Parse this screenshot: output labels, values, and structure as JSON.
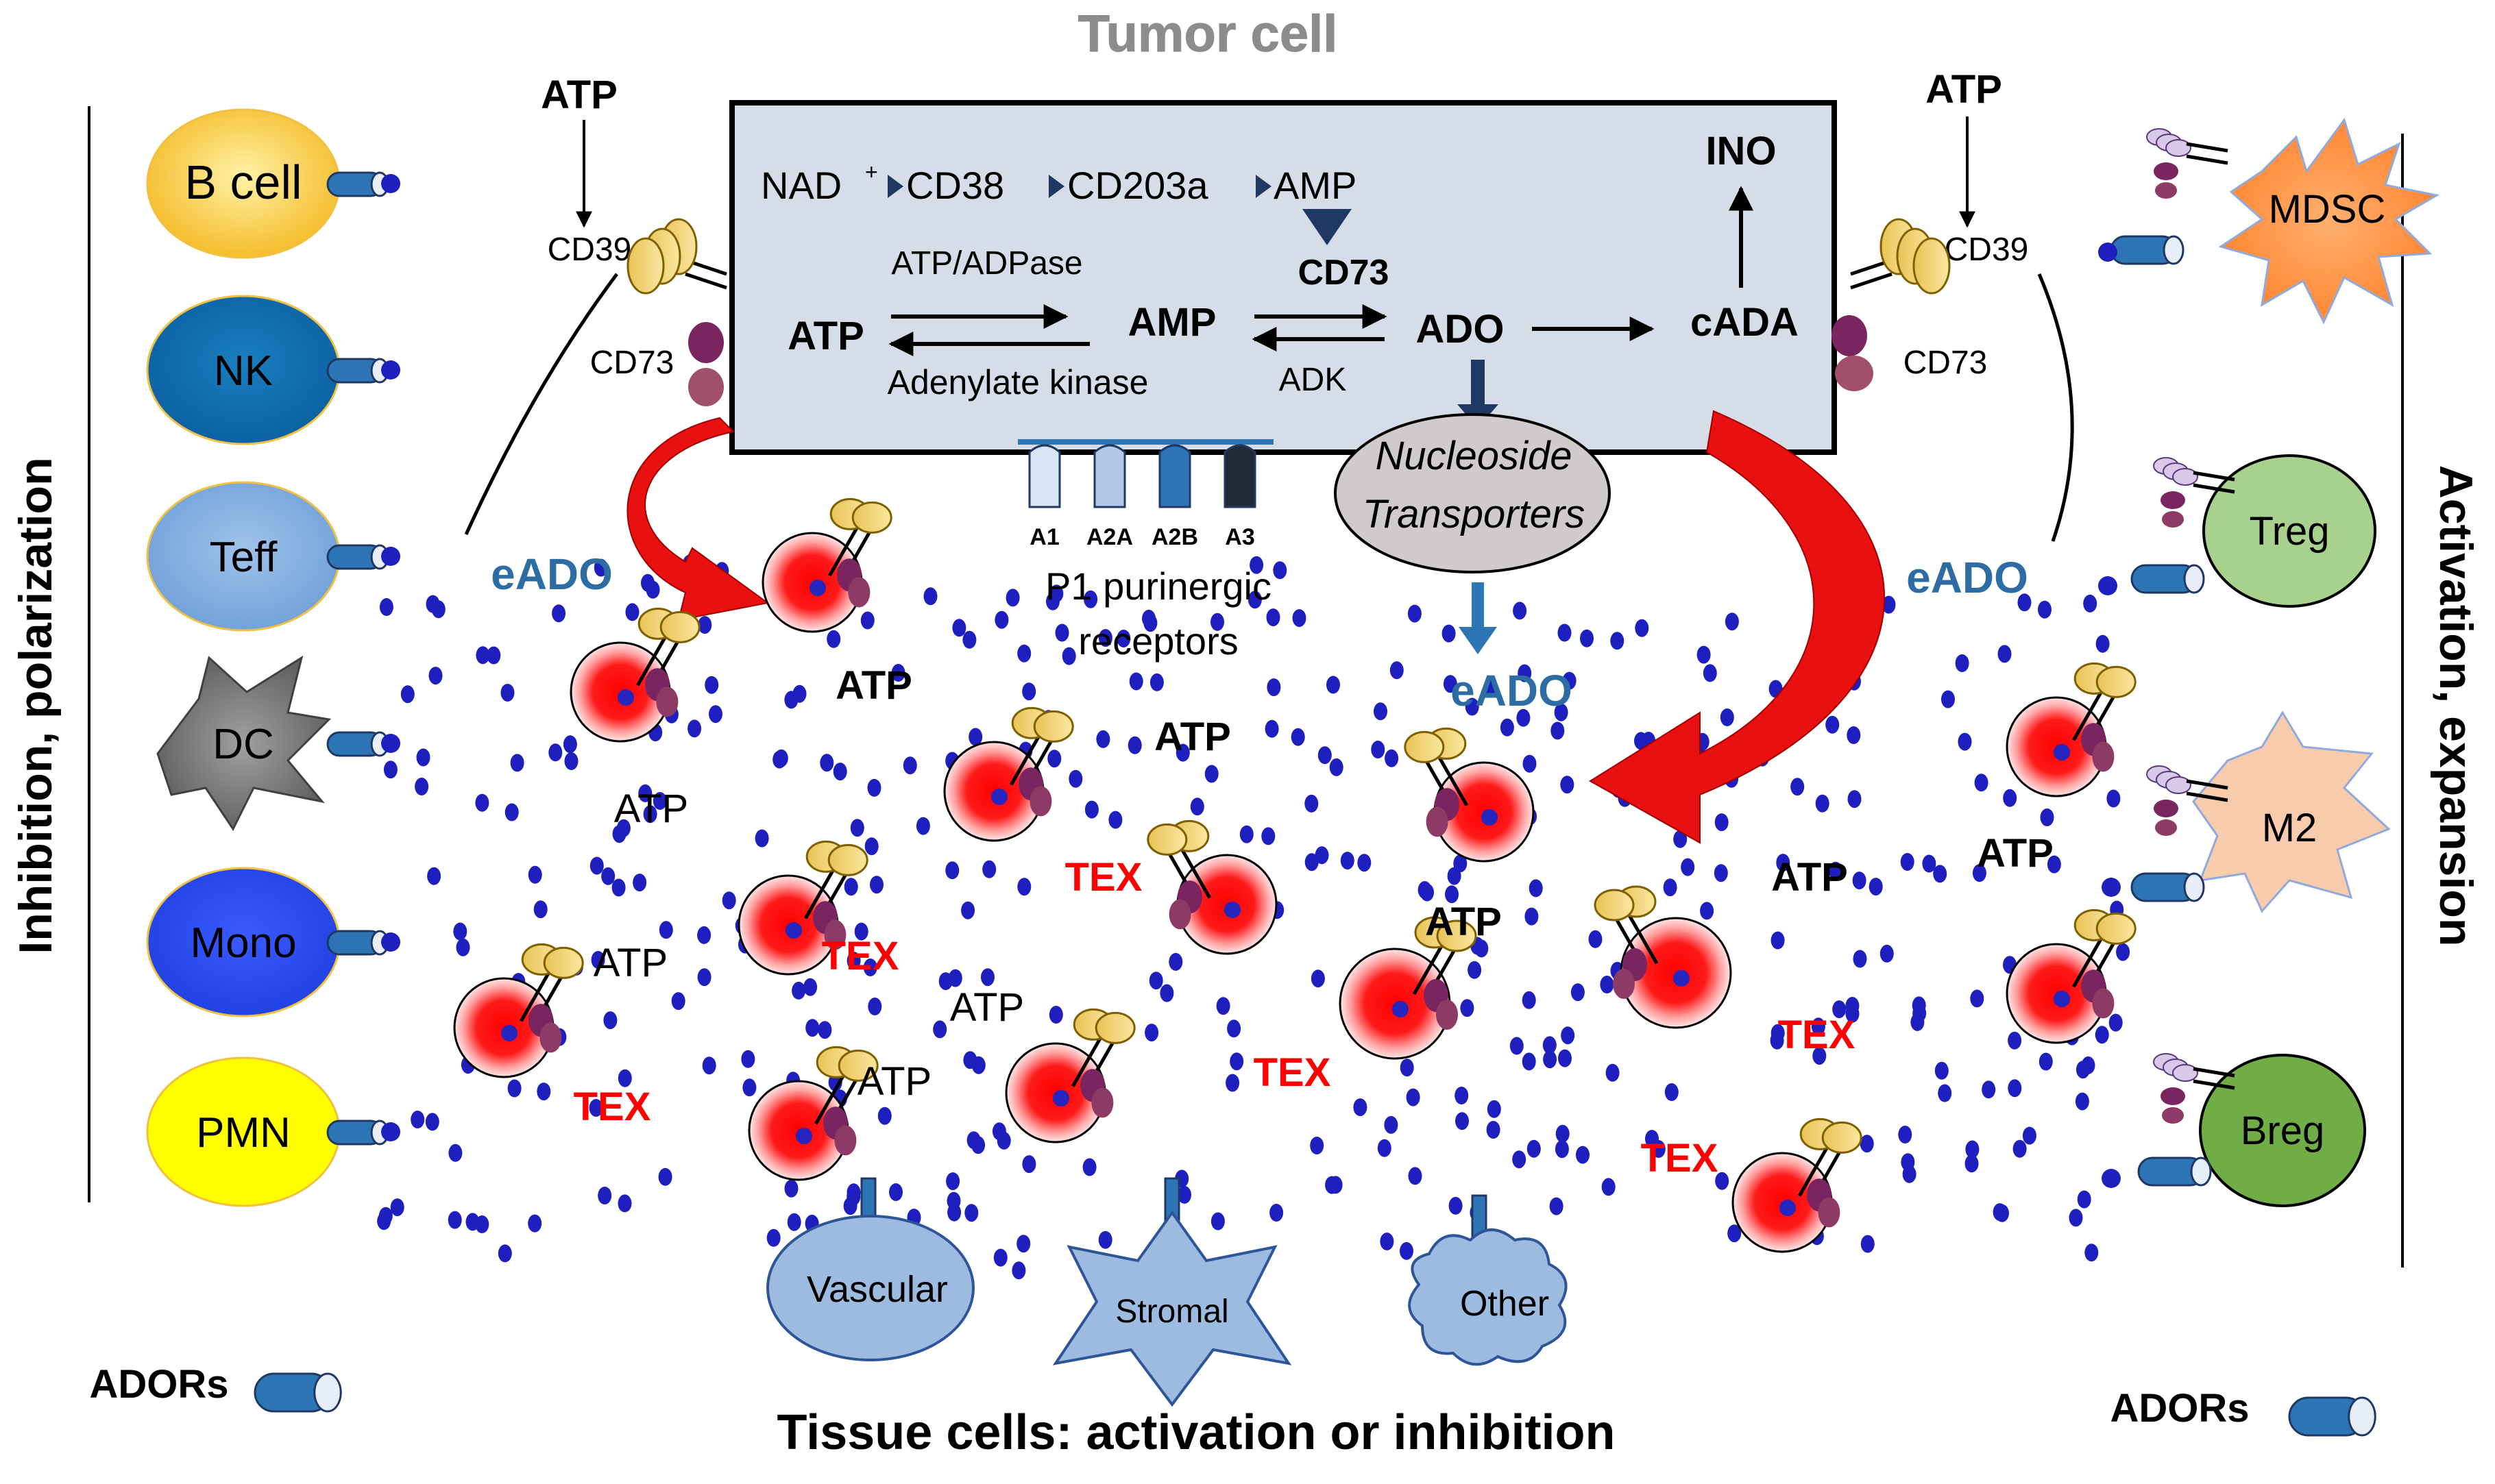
{
  "title": "Tumor cell",
  "left_side_label": "Inhibition, polarization",
  "right_side_label": "Activation, expansion",
  "bottom_label": "Tissue cells: activation or inhibition",
  "ador_label_left": "ADORs",
  "ador_label_right": "ADORs",
  "left_cells": [
    "B cell",
    "NK",
    "Teff",
    "DC",
    "Mono",
    "PMN"
  ],
  "right_cells": [
    "MDSC",
    "Treg",
    "M2",
    "Breg"
  ],
  "tissue_cells": [
    "Vascular",
    "Stromal",
    "Other"
  ],
  "tumor_box": {
    "nad": "NAD",
    "nad_sup": "+",
    "cd38": "CD38",
    "cd203a": "CD203a",
    "amp_top": "AMP",
    "atp_adpase": "ATP/ADPase",
    "cd73_bold": "CD73",
    "atp": "ATP",
    "amp": "AMP",
    "ado": "ADO",
    "cada": "cADA",
    "ino": "INO",
    "adenylate_kinase": "Adenylate kinase",
    "adk": "ADK"
  },
  "atp_left_top": "ATP",
  "atp_right_top": "ATP",
  "cd39_left": "CD39",
  "cd73_left": "CD73",
  "cd39_right": "CD39",
  "cd73_right": "CD73",
  "eado_left": "eADO",
  "eado_center": "eADO",
  "eado_right": "eADO",
  "receptors": [
    "A1",
    "A2A",
    "A2B",
    "A3"
  ],
  "p1_label_line1": "P1 purinergic",
  "p1_label_line2": "receptors",
  "nucleoside_line1": "Nucleoside",
  "nucleoside_line2": "Transporters",
  "atp_labels": [
    "ATP",
    "ATP",
    "ATP",
    "ATP",
    "ATP",
    "ATP",
    "ATP",
    "ATP",
    "ATP"
  ],
  "tex_labels": [
    "TEX",
    "TEX",
    "TEX",
    "TEX",
    "TEX",
    "TEX"
  ],
  "colors": {
    "tumor_box": "#d6dde8",
    "ador_blue": "#2e75b6",
    "dot_blue": "#1f1fbf",
    "tex_red": "#ff0000",
    "arrow_red": "#e81010",
    "eado_blue": "#2e6da4",
    "cd39_yellow": "#f7d97a",
    "cd73_purple": "#7b2560",
    "tissue_blue": "#9dbbe0"
  }
}
